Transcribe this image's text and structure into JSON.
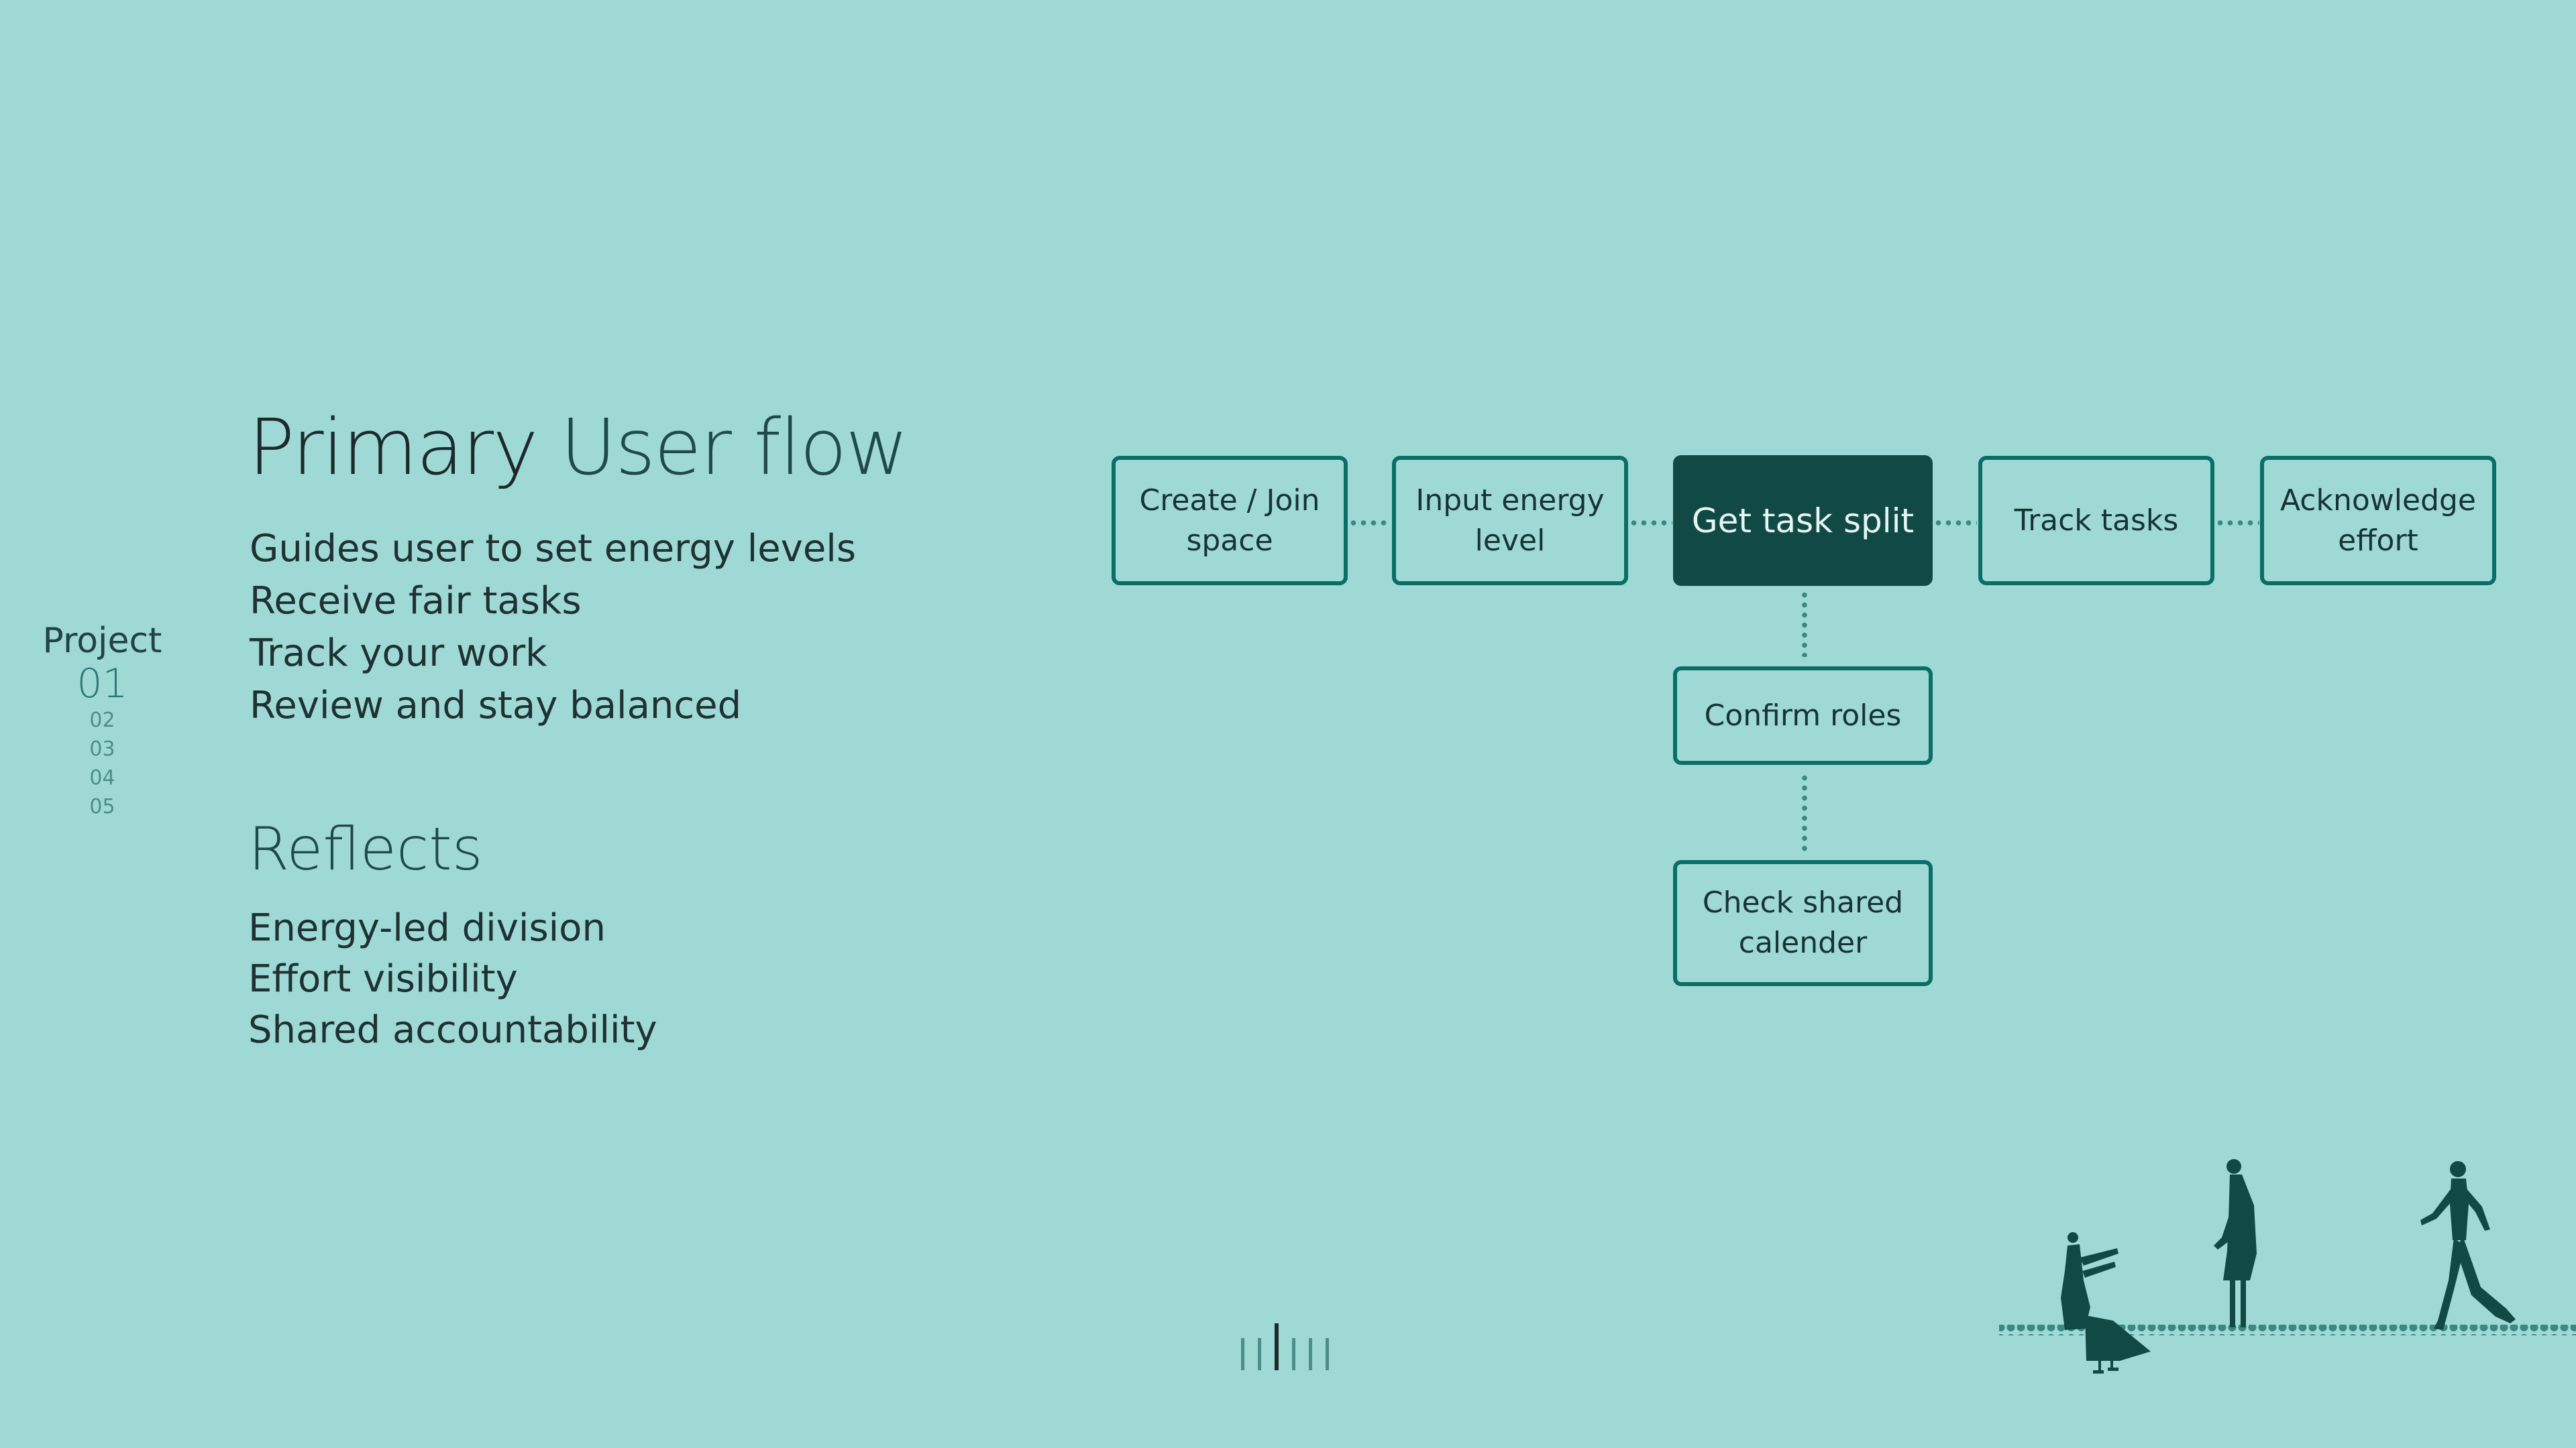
{
  "project_nav": {
    "label": "Project",
    "current": "01",
    "others": [
      "02",
      "03",
      "04",
      "05"
    ]
  },
  "title": {
    "part1": "Primary",
    "part2": "User flow"
  },
  "intro_items": [
    "Guides user to set energy levels",
    "Receive fair tasks",
    "Track your work",
    "Review and stay balanced"
  ],
  "reflects": {
    "heading": "Reflects",
    "items": [
      "Energy-led division",
      "Effort visibility",
      "Shared accountability"
    ]
  },
  "flow": {
    "nodes": [
      "Create / Join\nspace",
      "Input energy\nlevel",
      "Get task split",
      "Track tasks",
      "Acknowledge\neffort",
      "Confirm roles",
      "Check shared\ncalender"
    ]
  },
  "colors": {
    "background": "#9ED9D5",
    "accent": "#114A45",
    "node_border": "#0B6E66",
    "dots": "#3B8883"
  }
}
